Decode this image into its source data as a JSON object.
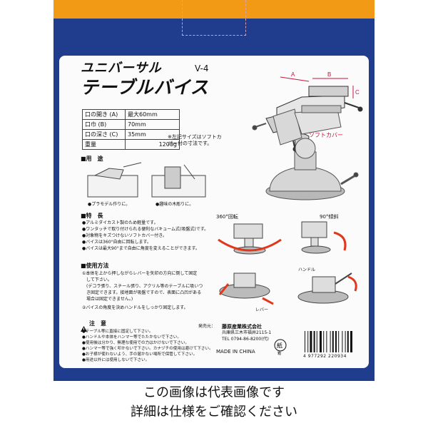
{
  "product": {
    "title_line1": "ユニバーサル",
    "model": "V-4",
    "title_line2": "テーブルバイス"
  },
  "diagram_labels": {
    "a": "A",
    "b": "B",
    "c": "C",
    "soft_cover": "ソフトカバー"
  },
  "specs": {
    "rows": [
      {
        "label": "口の開き (A)",
        "value": "最大60mm"
      },
      {
        "label": "口巾 (B)",
        "value": "70mm"
      },
      {
        "label": "口の深さ (C)",
        "value": "35mm"
      },
      {
        "label": "重量",
        "value": "1200g"
      }
    ],
    "note": "※左記サイズはソフトカバー付の寸法です。"
  },
  "usage": {
    "heading": "■用　途",
    "captions": [
      "●プラモデル作りに。",
      "●趣味の木彫りに。"
    ]
  },
  "features": {
    "heading": "■特　長",
    "items": [
      "●アルミダイカスト製のため軽量です。",
      "●ワンタッチで取り付けられる便利なバキューム式(吸盤式)です。",
      "●対象物をキズつけないソフトカバー付き。",
      "●バイスは360°自由に回転します。",
      "●バイスは最大90°まで自由に角度を変えることができます。"
    ],
    "rotate_label": "360°回転",
    "tilt_label": "90°傾斜"
  },
  "method": {
    "heading": "■使用方法",
    "steps": [
      "①本体を上から押しながらレバーを矢印の方向に倒して固定",
      "　して下さい。",
      "　(デコラ張り、スチール張り、アクリル等のテーブルに吸いつ",
      "　き固定できます。接地面が吸盤ですので、表面に凸凹がある",
      "　場合は固定できません。)",
      "②バイスの角度を決めハンドルをしっかり固定します。"
    ],
    "lever_label": "レバー",
    "handle_label": "ハンドル"
  },
  "caution": {
    "heading": "注　意",
    "items": [
      "●テーブル等に直接に固定して下さい。",
      "●ハンドルや本体をハンマー等でたたかないで下さい。",
      "●使用後は分かり、無理な使用での力はかけないで下さい。",
      "●ハンマー等で強く叩かないで下さい。カナヅチの使用は避けて下さい。",
      "●お子様が使わないよう、手の届かない場所で保管して下さい。",
      "●用途以外には使用しないで下さい。"
    ]
  },
  "vendor": {
    "label": "発売元：",
    "company": "藤原産業株式会社",
    "address": "兵庫県三木市福井2115-1",
    "tel": "TEL 0794-86-8200(代)",
    "origin": "MADE IN CHINA",
    "recycle_mark": "紙",
    "recycle_sub": "箱",
    "barcode": "4 977292 220934"
  },
  "caption": {
    "line1": "この画像は代表画像です",
    "line2": "詳細は仕様をご確認ください"
  },
  "colors": {
    "navy": "#1f3d8c",
    "orange": "#f29a16",
    "label_red": "#c8143c"
  }
}
